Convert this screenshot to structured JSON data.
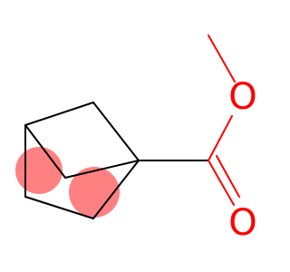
{
  "molecule": {
    "atom_labels": {
      "ester_oxygen": "O",
      "carbonyl_oxygen": "O"
    },
    "colors": {
      "bond": "#000000",
      "oxygen": "#ff0000",
      "highlight": "#ff8080"
    },
    "highlighted_atoms": [
      "C4",
      "C5"
    ]
  }
}
